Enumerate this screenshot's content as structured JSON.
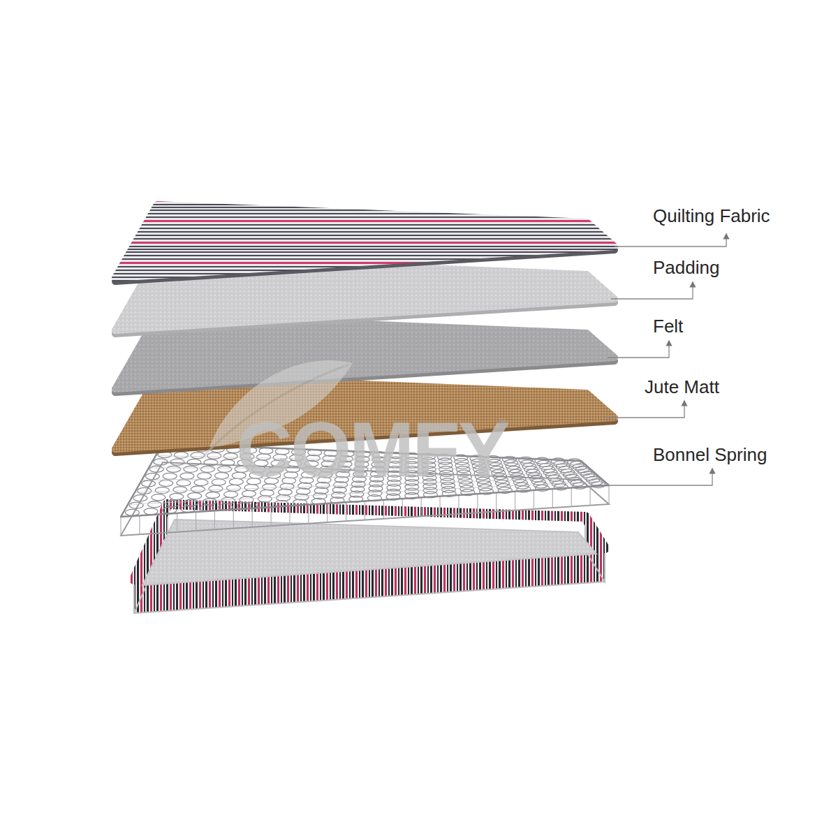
{
  "diagram": {
    "labels": [
      "Quilting Fabric",
      "Padding",
      "Felt",
      "Jute Matt",
      "Bonnel Spring",
      "COMFY",
      "®"
    ]
  }
}
